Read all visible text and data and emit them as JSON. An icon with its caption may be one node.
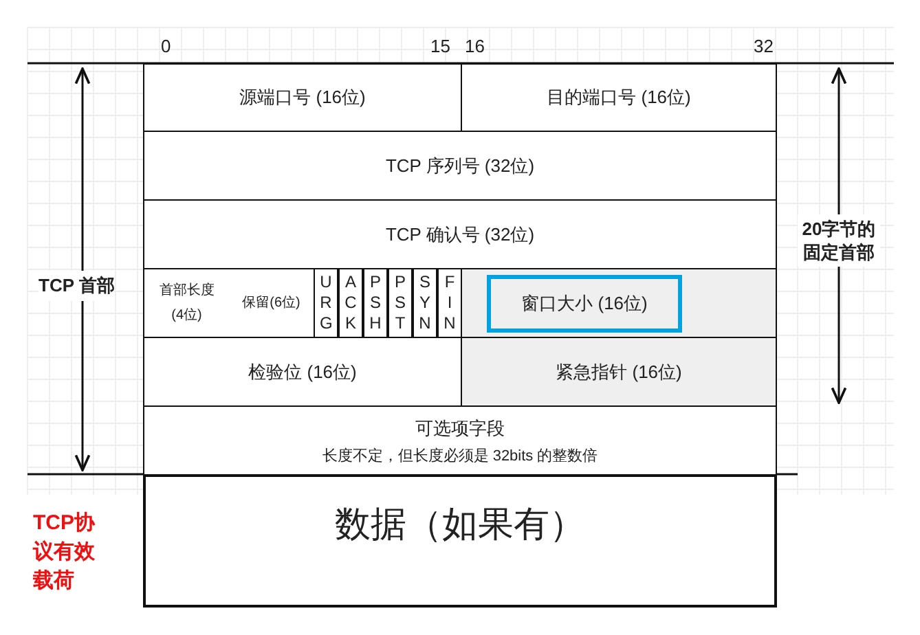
{
  "diagram": {
    "nodes": [
      {
        "text": [
          "源端口号 (16位)"
        ]
      },
      {
        "text": [
          "目的端口号 (16位)"
        ]
      },
      {
        "text": [
          "TCP 序列号 (32位)"
        ]
      },
      {
        "text": [
          "TCP 确认号 (32位)"
        ]
      },
      {
        "text": [
          "首部长度(4位)",
          "保留(6位)"
        ]
      },
      {
        "text": [
          "URG"
        ]
      },
      {
        "text": [
          "ACK"
        ]
      },
      {
        "text": [
          "PSH"
        ]
      },
      {
        "text": [
          "PST"
        ]
      },
      {
        "text": [
          "SYN"
        ]
      },
      {
        "text": [
          "FIN"
        ]
      },
      {
        "text": [
          "窗口大小 (16位)"
        ]
      },
      {
        "text": [
          "检验位 (16位)"
        ]
      },
      {
        "text": [
          "紧急指针 (16位)"
        ]
      },
      {
        "text": [
          "可选项字段",
          "长度不定，但长度必须是 32bits 的整数倍"
        ]
      },
      {
        "text": [
          "数据（如果有）"
        ]
      }
    ],
    "labels": [
      "0",
      "15",
      "16",
      "32",
      "TCP 首部",
      "20字节的固定首部",
      "TCP协议有效载荷"
    ]
  }
}
